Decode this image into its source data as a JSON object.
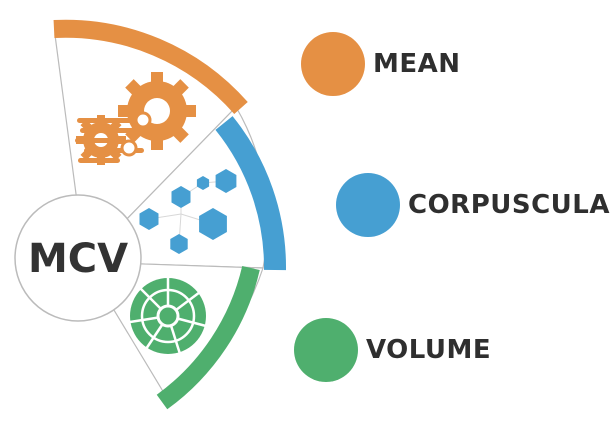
{
  "center": {
    "label": "MCV"
  },
  "legend": [
    {
      "label": "MEAN",
      "color": "#E59044",
      "icon": "gear-icon"
    },
    {
      "label": "CORPUSCULAR",
      "color": "#469FD2",
      "icon": "hexagon-cells-icon"
    },
    {
      "label": "VOLUME",
      "color": "#4FAF6E",
      "icon": "pie-radial-icon"
    }
  ],
  "colors": {
    "orange": "#E59044",
    "blue": "#469FD2",
    "green": "#4FAF6E",
    "text": "#2f2f2f",
    "outline": "#bbbbbb"
  }
}
